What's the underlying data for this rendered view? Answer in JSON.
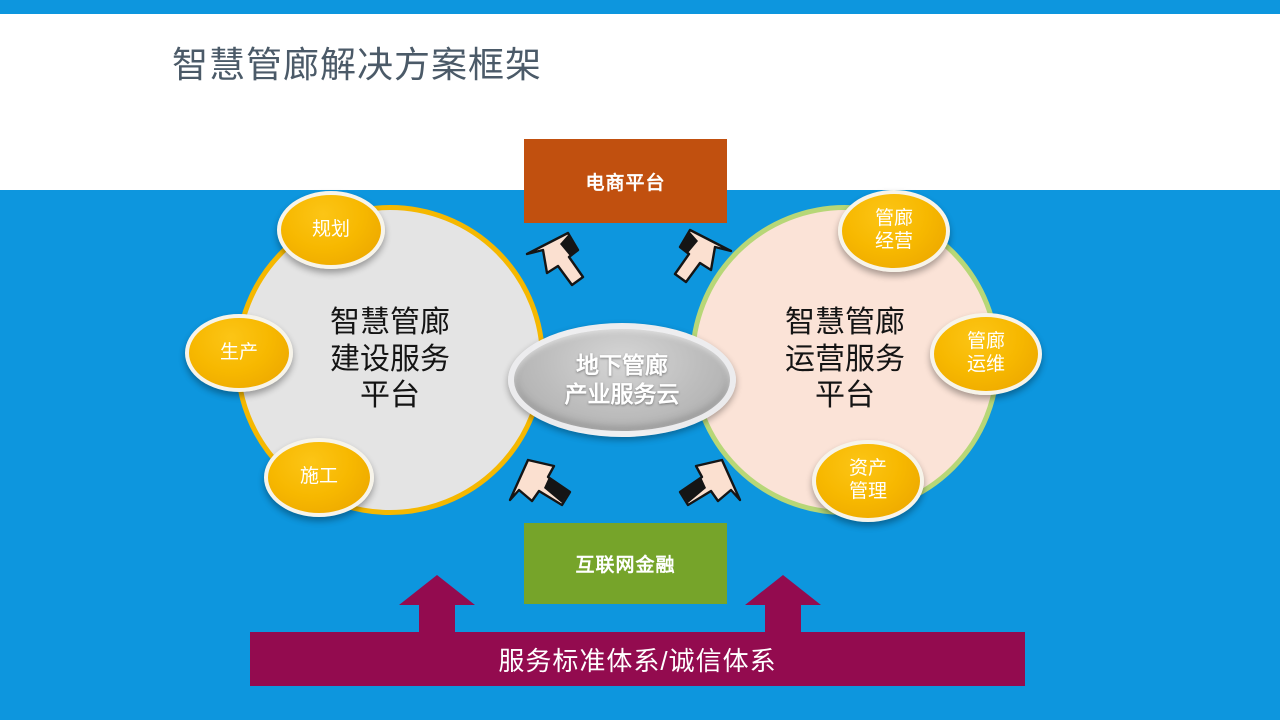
{
  "slide": {
    "title": "智慧管廊解决方案框架",
    "accent_blue": "#0d96de",
    "title_color": "#4b5a68"
  },
  "diagram": {
    "top_box": {
      "label": "电商平台",
      "color": "#c1500f"
    },
    "bottom_box": {
      "label": "互联网金融",
      "color": "#76a42a"
    },
    "center_hub": {
      "label": "地下管廊\n产业服务云",
      "color": "#bdbdbd"
    },
    "left_circle": {
      "label": "智慧管廊\n建设服务\n平台",
      "fill": "#e4e4e4",
      "border": "#f5b800",
      "satellites": [
        {
          "label": "规划"
        },
        {
          "label": "生产"
        },
        {
          "label": "施工"
        }
      ]
    },
    "right_circle": {
      "label": "智慧管廊\n运营服务\n平台",
      "fill": "#fbe3d7",
      "border": "#b7d777",
      "satellites": [
        {
          "label": "管廊\n经营"
        },
        {
          "label": "管廊\n运维"
        },
        {
          "label": "资产\n管理"
        }
      ]
    },
    "foundation_bar": {
      "label": "服务标准体系/诚信体系",
      "color": "#930b4f"
    },
    "arrows": {
      "up_arrow_color": "#930b4f",
      "bent_arrow_fill": "#fbe0d0",
      "bent_arrow_stroke": "#151515"
    }
  }
}
